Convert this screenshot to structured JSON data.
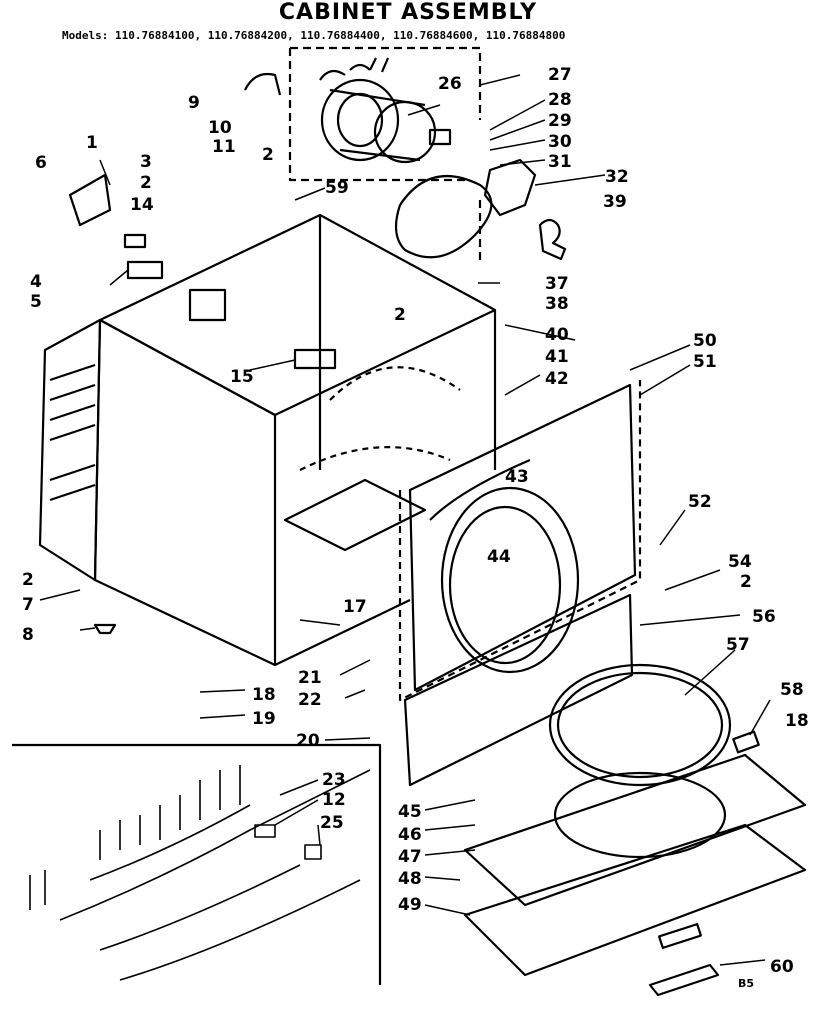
{
  "header": {
    "title": "CABINET ASSEMBLY",
    "models": "Models: 110.76884100, 110.76884200, 110.76884400, 110.76884600, 110.76884800"
  },
  "callouts": [
    "1",
    "2",
    "3",
    "4",
    "5",
    "6",
    "7",
    "8",
    "9",
    "10",
    "11",
    "12",
    "14",
    "15",
    "17",
    "18",
    "19",
    "20",
    "21",
    "22",
    "23",
    "25",
    "26",
    "27",
    "28",
    "29",
    "30",
    "31",
    "32",
    "37",
    "38",
    "39",
    "40",
    "41",
    "42",
    "43",
    "44",
    "45",
    "46",
    "47",
    "48",
    "49",
    "50",
    "51",
    "52",
    "54",
    "56",
    "57",
    "58",
    "59",
    "60"
  ],
  "footer": {
    "page_code": "B5"
  }
}
